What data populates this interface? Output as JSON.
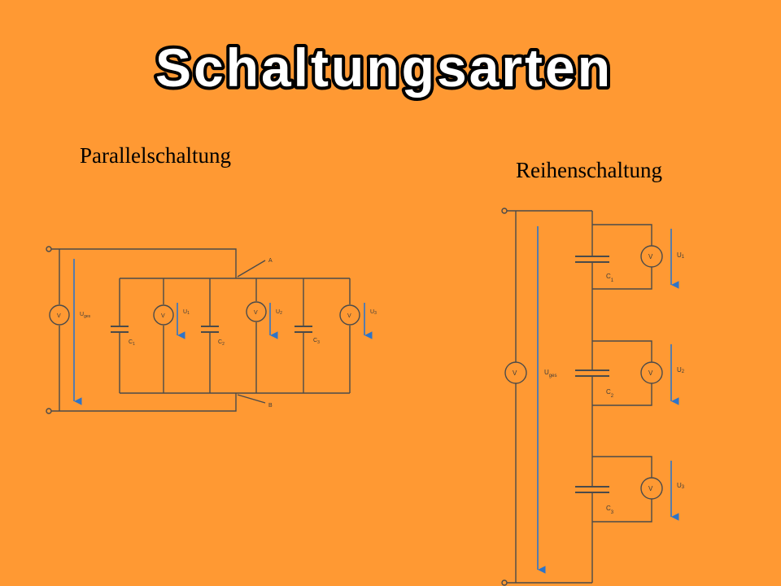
{
  "slide": {
    "title": "Schaltungsarten",
    "parallel_label": "Parallelschaltung",
    "series_label": "Reihenschaltung",
    "colors": {
      "background": "#FF9933",
      "title_outline": "#000000",
      "title_fill": "#FFFFFF",
      "arrow": "#2E74C8",
      "wire": "#4A4A4A"
    }
  },
  "parallel": {
    "meter_symbol": "V",
    "node_a": "A",
    "node_b": "B",
    "u_total": "U",
    "u_total_sub": "ges",
    "capacitors": [
      {
        "label": "C",
        "sub": "1"
      },
      {
        "label": "C",
        "sub": "2"
      },
      {
        "label": "C",
        "sub": "3"
      }
    ],
    "voltages": [
      {
        "label": "U",
        "sub": "1"
      },
      {
        "label": "U",
        "sub": "2"
      },
      {
        "label": "U",
        "sub": "3"
      }
    ]
  },
  "series": {
    "meter_symbol": "V",
    "u_total": "U",
    "u_total_sub": "ges",
    "capacitors": [
      {
        "label": "C",
        "sub": "1"
      },
      {
        "label": "C",
        "sub": "2"
      },
      {
        "label": "C",
        "sub": "3"
      }
    ],
    "voltages": [
      {
        "label": "U",
        "sub": "1"
      },
      {
        "label": "U",
        "sub": "2"
      },
      {
        "label": "U",
        "sub": "3"
      }
    ]
  }
}
